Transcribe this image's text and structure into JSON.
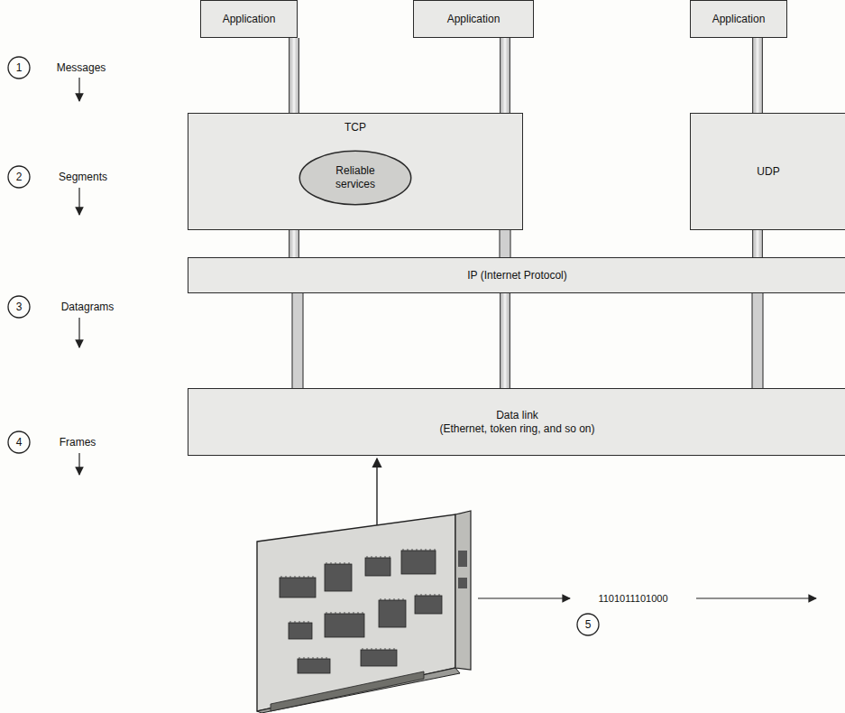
{
  "diagram": {
    "nodes": [
      {
        "text": [
          "Application"
        ]
      },
      {
        "text": [
          "Application"
        ]
      },
      {
        "text": [
          "Application"
        ]
      },
      {
        "text": [
          "TCP"
        ]
      },
      {
        "text": [
          "Reliable services"
        ],
        "in": 3
      },
      {
        "text": [
          "UDP"
        ]
      },
      {
        "text": [
          "IP (Internet Protocol)"
        ]
      },
      {
        "text": [
          "Data link",
          "(Ethernet, token ring, and so on)"
        ]
      }
    ],
    "edges": [
      {
        "from": 0,
        "to": 3,
        "arrow": "none"
      },
      {
        "from": 1,
        "to": 3,
        "arrow": "none"
      },
      {
        "from": 2,
        "to": 5,
        "arrow": "none"
      },
      {
        "from": 3,
        "to": 6,
        "arrow": "none"
      },
      {
        "from": 5,
        "to": 6,
        "arrow": "none"
      },
      {
        "from": 6,
        "to": 7,
        "arrow": "none"
      }
    ],
    "labels": [
      "1",
      "Messages",
      "2",
      "Segments",
      "3",
      "Datagrams",
      "4",
      "Frames",
      "1101011101000",
      "5"
    ]
  }
}
